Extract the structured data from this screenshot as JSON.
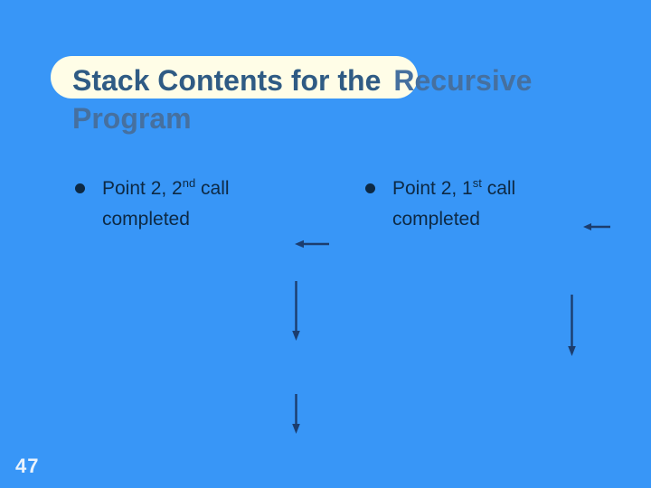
{
  "slide": {
    "title": {
      "highlighted": "Stack Contents for the",
      "rest": "Recursive",
      "line2": "Program"
    },
    "bullets": [
      {
        "prefix": "Point 2, 2",
        "sup": "nd",
        "suffix": " call",
        "line2": "completed"
      },
      {
        "prefix": "Point 2, 1",
        "sup": "st",
        "suffix": " call",
        "line2": "completed"
      }
    ],
    "annotations": {
      "arrows": [
        {
          "icon": "left-arrow-icon",
          "direction": "left",
          "location": "below-left-bullet"
        },
        {
          "icon": "left-arrow-icon",
          "direction": "left",
          "location": "right-edge"
        },
        {
          "icon": "down-arrow-icon",
          "direction": "down",
          "location": "center-upper"
        },
        {
          "icon": "down-arrow-icon",
          "direction": "down",
          "location": "right-upper"
        },
        {
          "icon": "down-arrow-icon",
          "direction": "down",
          "location": "center-lower"
        }
      ]
    },
    "page_number": "47",
    "colors": {
      "background": "#3896F7",
      "title_box": "#FFFDE7",
      "title_text_highlight": "#2F5B84",
      "title_text_rest": "#46709F",
      "bullet_text": "#0D2944",
      "arrow": "#1C3D6E",
      "page_number": "#EAF3FC"
    }
  }
}
